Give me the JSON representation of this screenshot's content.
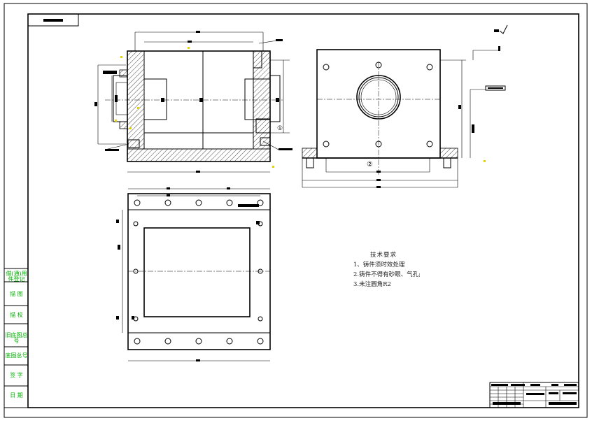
{
  "sheet": {
    "border_color": "#000000",
    "accent_green": "#00b000",
    "accent_yellow": "#e6d400"
  },
  "side_column": {
    "cells": [
      "借(通)用件登记",
      "描  图",
      "描  校",
      "旧底图总号",
      "底图总号",
      "签  字",
      "日  期"
    ]
  },
  "technical_requirements": {
    "title": "技术要求",
    "items": [
      "1、铸件须时效处理",
      "2.铸件不得有砂眼、气孔;",
      "3.未注圆角R2"
    ]
  },
  "labels": {
    "circled_1": "①",
    "circled_2": "②"
  }
}
